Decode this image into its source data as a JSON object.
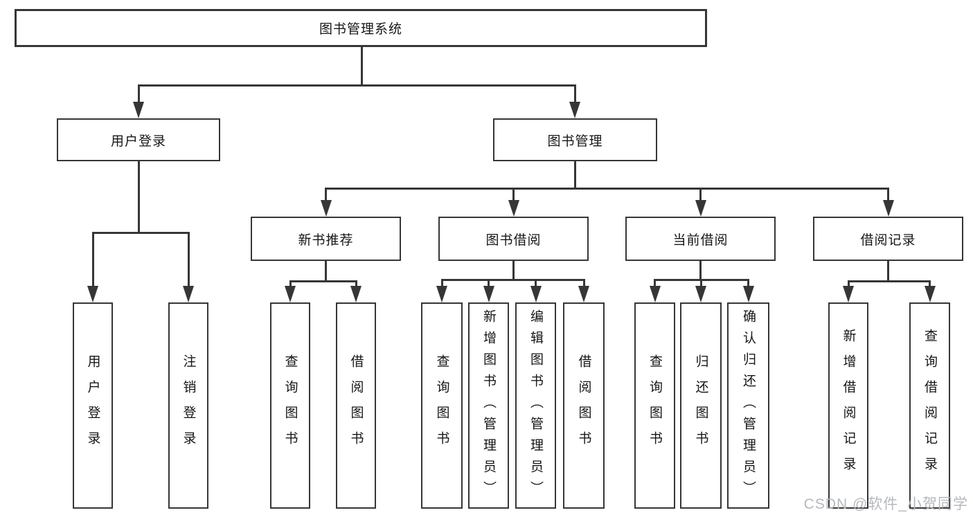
{
  "nodes": {
    "root": "图书管理系统",
    "level2": {
      "user_login": "用户登录",
      "book_management": "图书管理"
    },
    "level3": {
      "new_book_recommendation": "新书推荐",
      "book_borrowing": "图书借阅",
      "current_borrowing": "当前借阅",
      "borrowing_records": "借阅记录"
    },
    "leaves": {
      "user_login": "用户登录",
      "logout": "注销登录",
      "recommendation_query_books": "查询图书",
      "recommendation_borrow_books": "借阅图书",
      "borrowing_query_books": "查询图书",
      "borrowing_add_books_admin": "新增图书（管理员）",
      "borrowing_edit_books_admin": "编辑图书（管理员）",
      "borrowing_borrow_books": "借阅图书",
      "current_query_books": "查询图书",
      "current_return_books": "归还图书",
      "current_confirm_return_admin": "确认归还（管理员）",
      "records_add_borrow_record": "新增借阅记录",
      "records_query_borrow_record": "查询借阅记录"
    }
  },
  "watermark": "CSDN @软件_小贺同学",
  "colors": {
    "line": "#363636",
    "text": "#161616",
    "watermark": "#b5b8bc",
    "background": "#ffffff"
  }
}
